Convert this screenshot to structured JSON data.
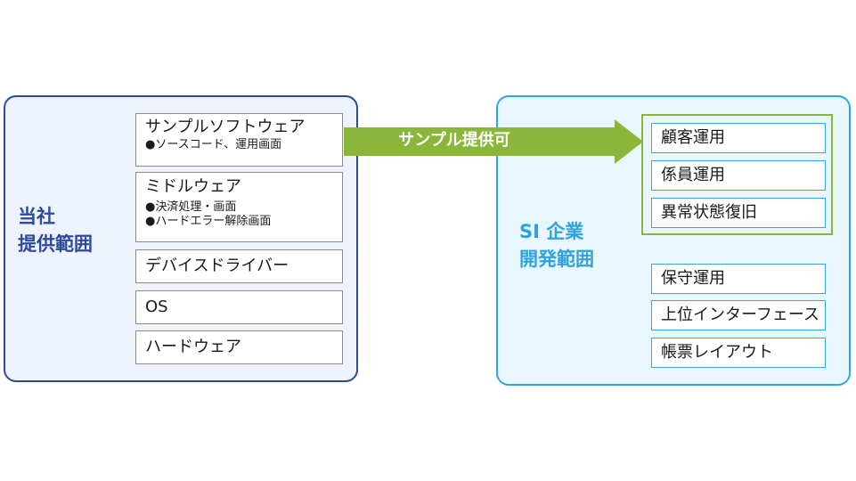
{
  "left_panel": {
    "label_line1": "当社",
    "label_line2": "提供範囲",
    "boxes": {
      "sample_software": {
        "title": "サンプルソフトウェア",
        "sub1": "●ソースコード、運用画面"
      },
      "middleware": {
        "title": "ミドルウェア",
        "sub1": "●決済処理・画面",
        "sub2": "●ハードエラー解除画面"
      },
      "device_driver": {
        "title": "デバイスドライバー"
      },
      "os": {
        "title": "OS"
      },
      "hardware": {
        "title": "ハードウェア"
      }
    }
  },
  "arrow": {
    "label": "サンプル提供可"
  },
  "right_panel": {
    "label_line1": "SI 企業",
    "label_line2": "開発範囲",
    "provided_items": [
      "顧客運用",
      "係員運用",
      "異常状態復旧"
    ],
    "other_items": [
      "保守運用",
      "上位インターフェース",
      "帳票レイアウト"
    ]
  },
  "colors": {
    "left_border": "#2d4a9a",
    "right_border": "#31a6de",
    "arrow_green": "#8ab63a",
    "group_green": "#8ab63a"
  }
}
